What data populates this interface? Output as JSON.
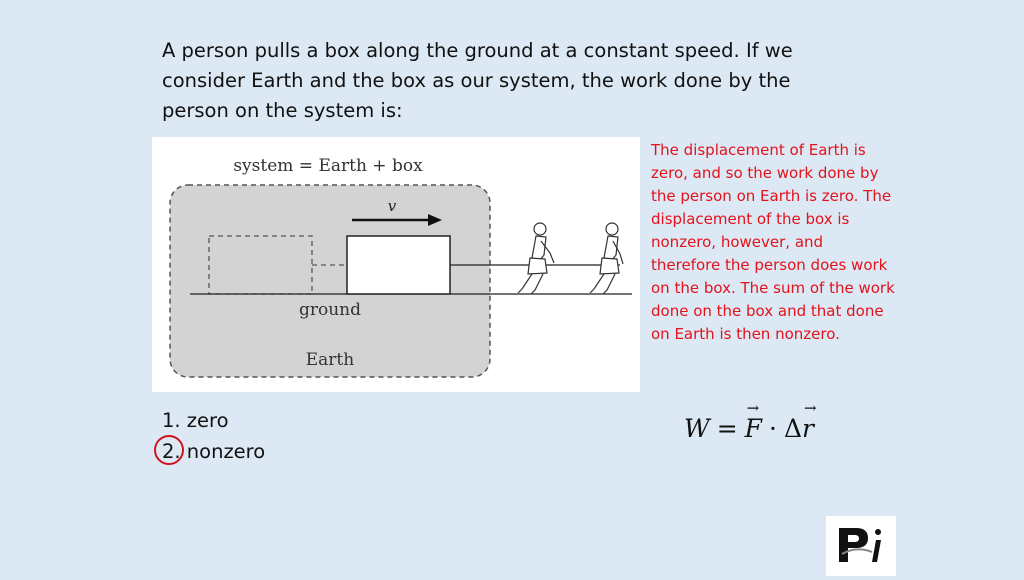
{
  "question": "A person pulls a box along the ground at a constant speed. If we consider Earth and the box as our system, the work done by the person on the system is:",
  "figure": {
    "system_label": "system = Earth + box",
    "velocity_label": "v",
    "ground_label": "ground",
    "earth_label": "Earth"
  },
  "explanation": "The displacement of Earth is zero, and so the work done by the person on Earth is zero. The displacement of the box is nonzero, however, and therefore the person does work on the box. The sum of the work done on the box and that done on Earth is then nonzero.",
  "options": [
    {
      "label": "1. zero"
    },
    {
      "label": "2. nonzero"
    }
  ],
  "selected_option": 2,
  "formula": {
    "lhs": "W",
    "equals": "=",
    "force": "F",
    "dot": "·",
    "delta": "Δ",
    "displacement": "r"
  },
  "logo": {
    "text": "Pi"
  },
  "colors": {
    "background": "#dce8f4",
    "explanation_text": "#e3121b",
    "selection_circle": "#d0151d"
  }
}
